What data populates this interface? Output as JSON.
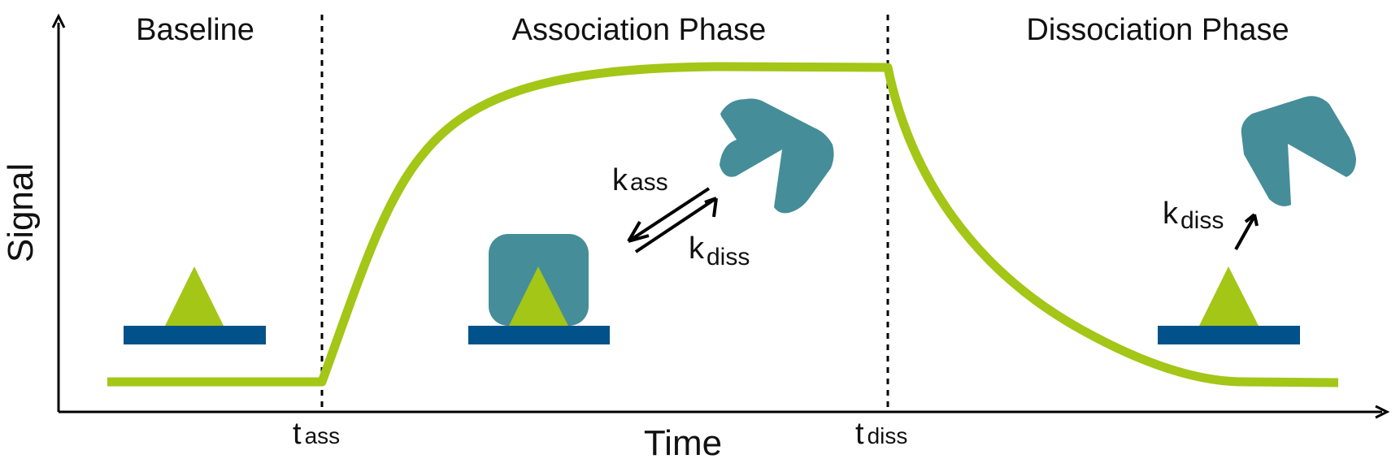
{
  "axes": {
    "x_label": "Time",
    "y_label": "Signal"
  },
  "phases": [
    {
      "label": "Baseline"
    },
    {
      "label": "Association Phase"
    },
    {
      "label": "Dissociation Phase"
    }
  ],
  "markers": {
    "association": {
      "base": "t",
      "sub": "ass"
    },
    "dissociation": {
      "base": "t",
      "sub": "diss"
    }
  },
  "rates": {
    "association": {
      "base": "k",
      "sub": "ass"
    },
    "dissociation_equilibrium": {
      "base": "k",
      "sub": "diss"
    },
    "dissociation_release": {
      "base": "k",
      "sub": "diss"
    }
  },
  "colors": {
    "curve": "#a3c617",
    "ligand": "#a3c617",
    "surface": "#01528a",
    "analyte": "#458d99",
    "axis": "#000000",
    "text": "#111111"
  }
}
